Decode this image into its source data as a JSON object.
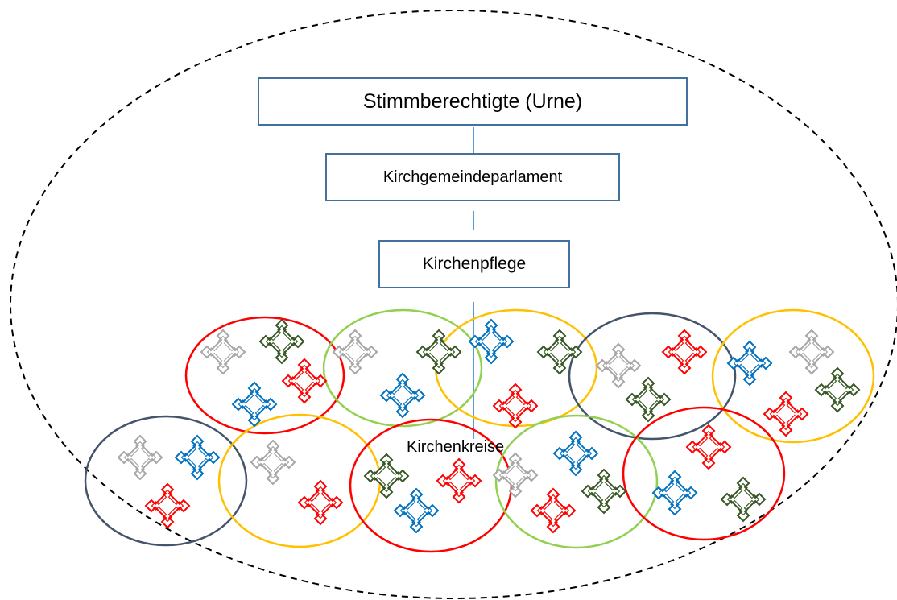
{
  "hierarchy": {
    "voters_label": "Stimmberechtigte (Urne)",
    "parliament_label": "Kirchgemeindeparlament",
    "care_label": "Kirchenpflege",
    "circles_label": "Kirchenkreise"
  },
  "colors": {
    "box_border": "#41719c",
    "connector": "#5b9bd5",
    "outer_ellipse": "#000000",
    "circle_red": "#ff0000",
    "circle_green": "#92d050",
    "circle_yellow": "#ffc000",
    "circle_navy": "#44546a",
    "icon_gray": "#a6a6a6",
    "icon_dkgreen": "#375623",
    "icon_red": "#ff0000",
    "icon_blue": "#0070c0"
  },
  "circles": [
    "red",
    "green",
    "yellow",
    "navy",
    "yellow",
    "navy",
    "yellow",
    "red",
    "green",
    "red"
  ],
  "icons": [
    "gray",
    "dkgreen",
    "red",
    "blue",
    "gray",
    "dkgreen",
    "blue",
    "blue",
    "dkgreen",
    "red",
    "gray",
    "red",
    "dkgreen",
    "blue",
    "gray",
    "dkgreen",
    "red",
    "gray",
    "blue",
    "red",
    "gray",
    "red",
    "dkgreen",
    "red",
    "blue",
    "blue",
    "gray",
    "red",
    "dkgreen",
    "red",
    "blue",
    "dkgreen"
  ]
}
